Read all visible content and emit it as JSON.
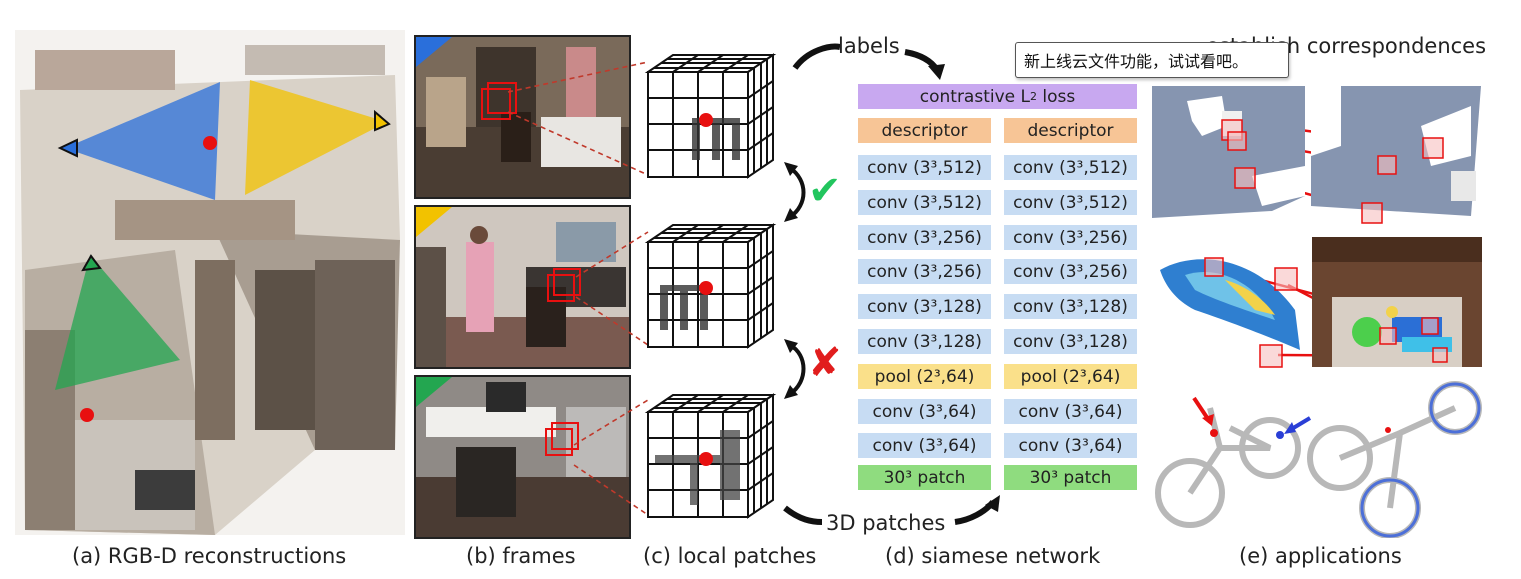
{
  "captions": {
    "a": "(a) RGB-D reconstructions",
    "b": "(b) frames",
    "c": "(c) local patches",
    "d": "(d) siamese network",
    "e": "(e) applications"
  },
  "flow": {
    "labels": "labels",
    "patches": "3D patches",
    "establish": "establish correspondences",
    "match_mark": "✔",
    "nonmatch_mark": "✘"
  },
  "tooltip": "新上线云文件功能，试试看吧。",
  "network": {
    "loss": "contrastive L",
    "loss_sub": "2",
    "loss_tail": " loss",
    "descriptor_left": "descriptor",
    "descriptor_right": "descriptor",
    "layers": [
      {
        "left": "conv (3³,512)",
        "right": "conv (3³,512)",
        "kind": "conv"
      },
      {
        "left": "conv (3³,512)",
        "right": "conv (3³,512)",
        "kind": "conv"
      },
      {
        "left": "conv (3³,256)",
        "right": "conv (3³,256)",
        "kind": "conv"
      },
      {
        "left": "conv (3³,256)",
        "right": "conv (3³,256)",
        "kind": "conv"
      },
      {
        "left": "conv (3³,128)",
        "right": "conv (3³,128)",
        "kind": "conv"
      },
      {
        "left": "conv (3³,128)",
        "right": "conv (3³,128)",
        "kind": "conv"
      },
      {
        "left": "pool (2³,64)",
        "right": "pool (2³,64)",
        "kind": "pool"
      },
      {
        "left": "conv (3³,64)",
        "right": "conv (3³,64)",
        "kind": "conv"
      },
      {
        "left": "conv (3³,64)",
        "right": "conv (3³,64)",
        "kind": "conv"
      }
    ],
    "patch_left": "30³ patch",
    "patch_right": "30³ patch"
  },
  "colors": {
    "blue_block": "#c7dcf3",
    "orange_block": "#f7c596",
    "yellow_block": "#fae08a",
    "green_block": "#8fdc7f",
    "purple_block": "#c8a8f0",
    "keypoint_red": "#e81010",
    "check_green": "#22c55e",
    "cross_red": "#e11d1d",
    "camera_blue": "#2a6fdb",
    "camera_yellow": "#f2c200",
    "camera_green": "#23a650"
  }
}
